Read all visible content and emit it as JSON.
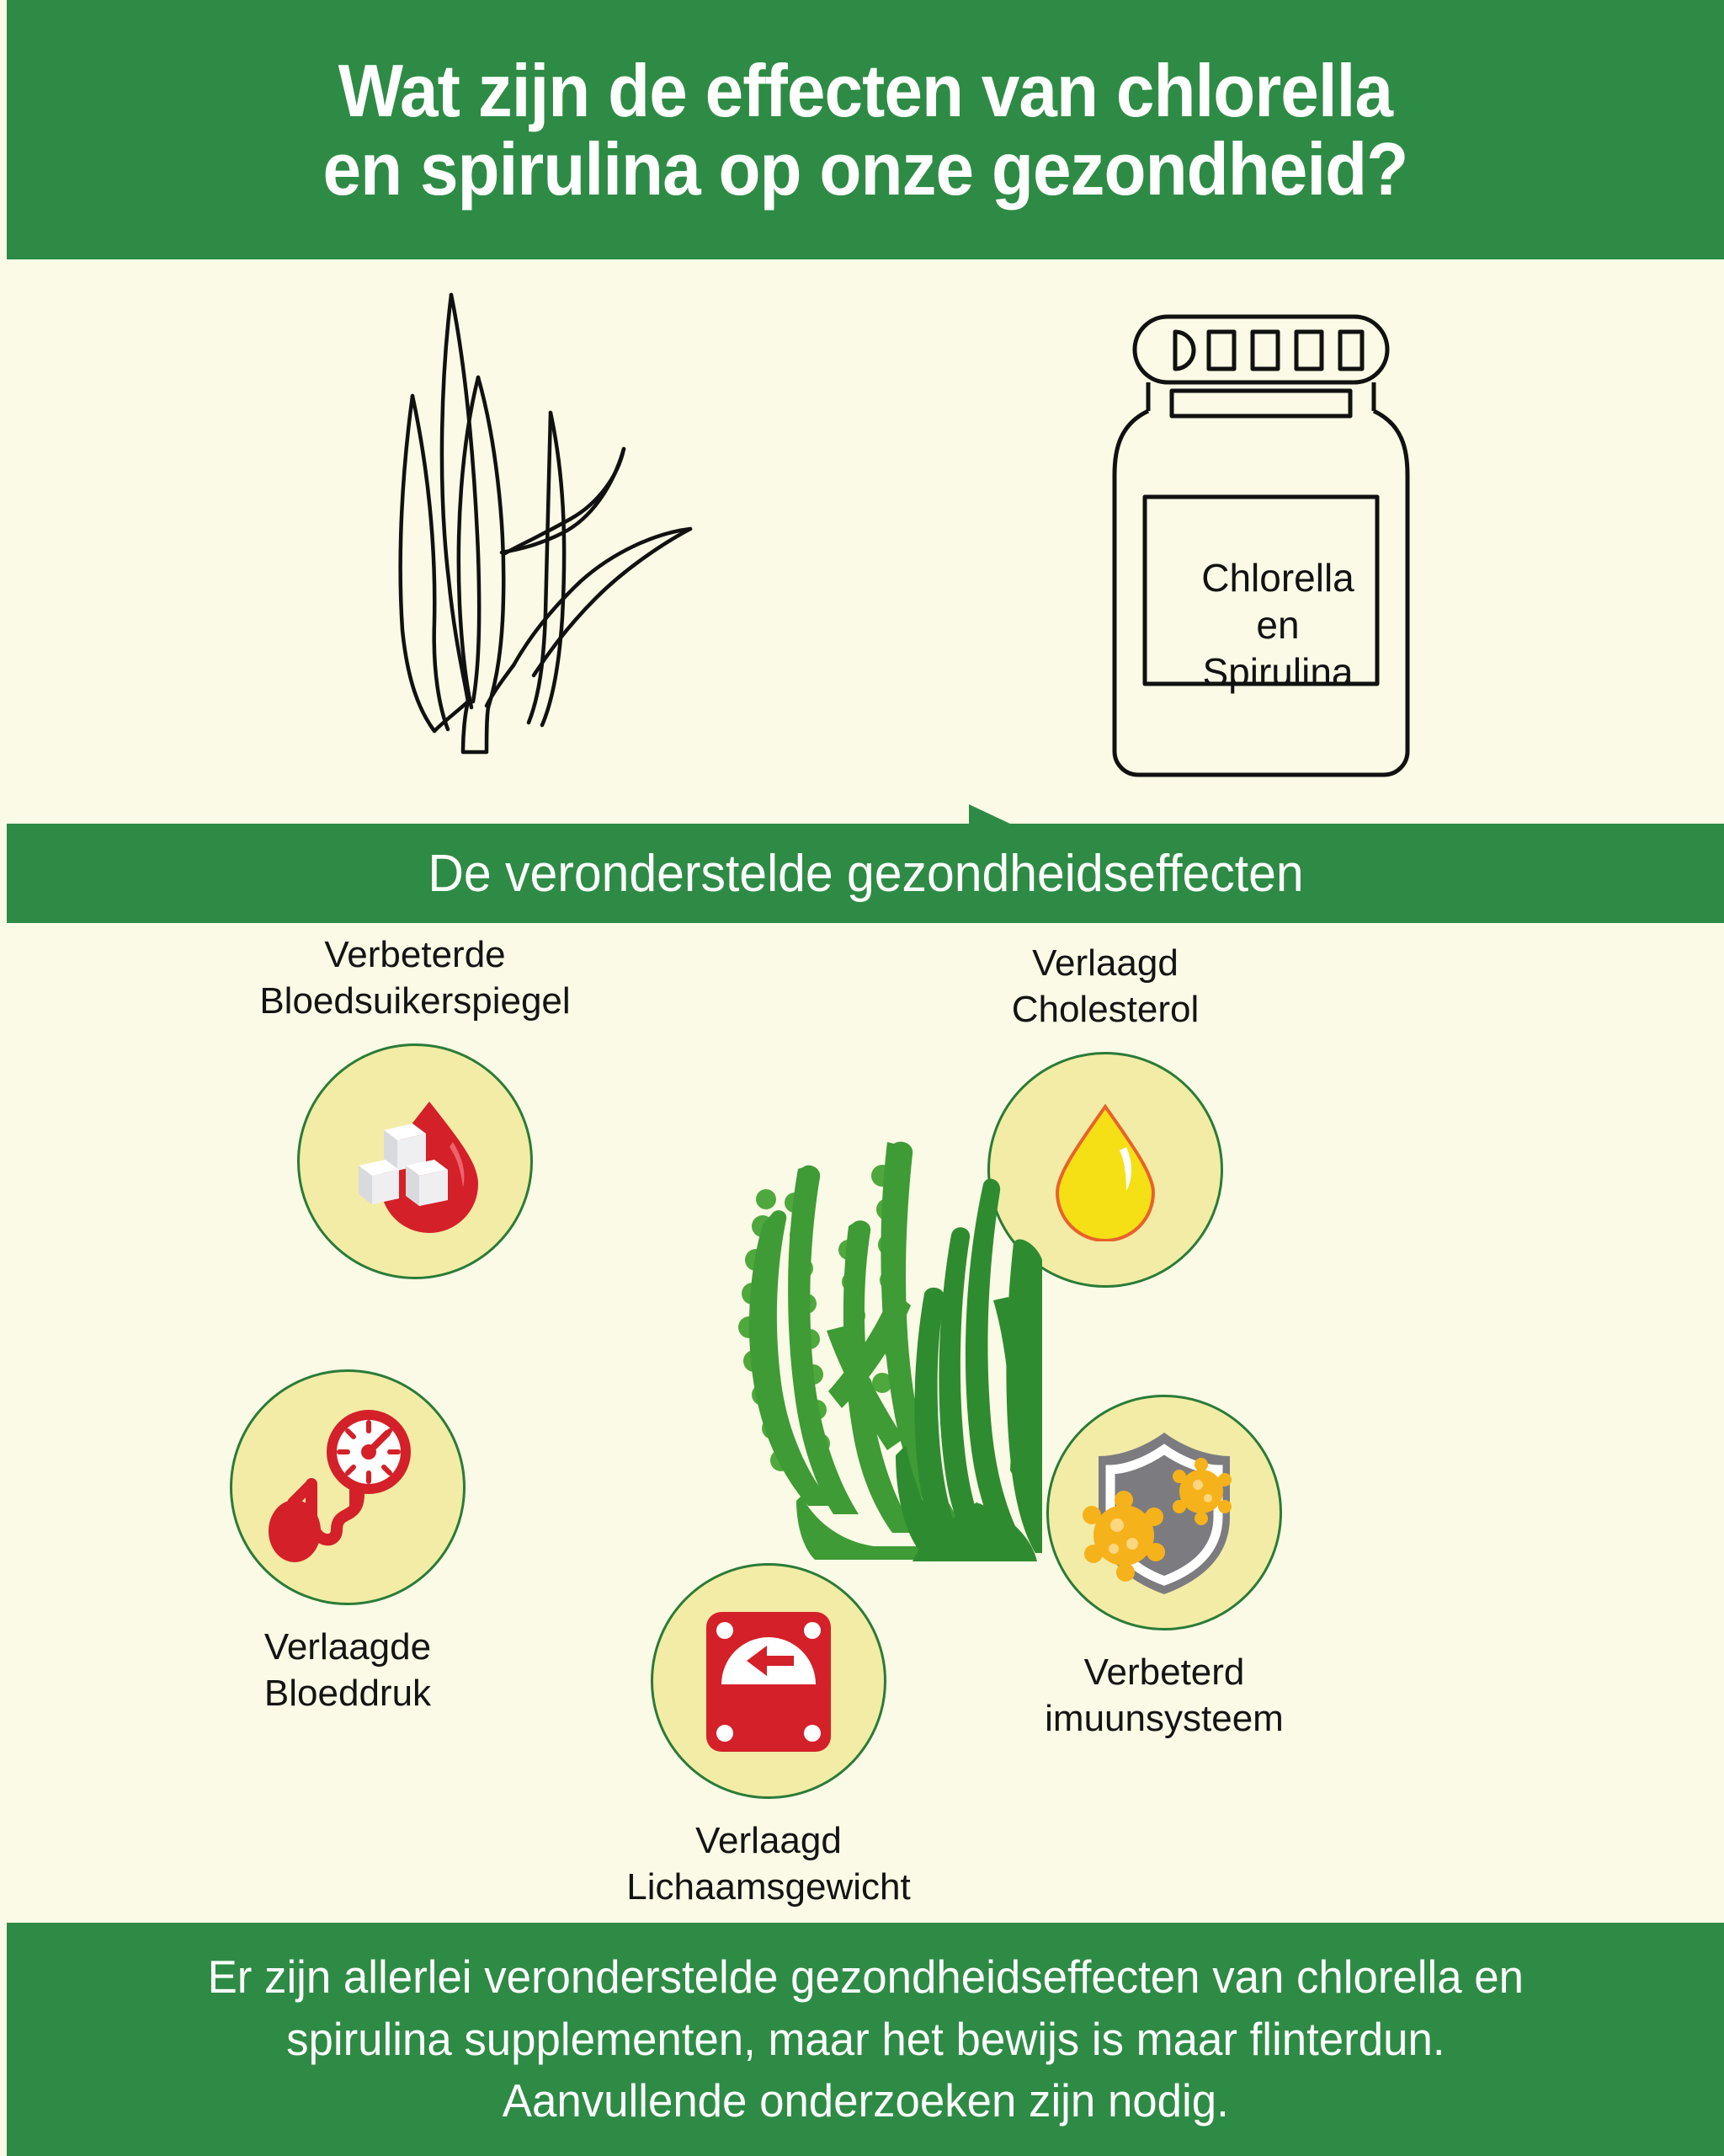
{
  "header": {
    "title": "Wat zijn de effecten van chlorella\nen spirulina op onze gezondheid?"
  },
  "illustration": {
    "seaweed_icon": "seaweed-line-drawing",
    "arrow_icon": "right-arrow",
    "jar_icon": "supplement-jar",
    "jar_label": "Chlorella\nen\nSpirulina"
  },
  "subtitle": {
    "text": "De veronderstelde gezondheidseffecten"
  },
  "effects": [
    {
      "label": "Verbeterde\nBloedsuikerspiegel",
      "icon": "blood-drop-sugar-cubes-icon",
      "position": "top-left"
    },
    {
      "label": "Verlaagd\nCholesterol",
      "icon": "oil-droplet-icon",
      "position": "top-right"
    },
    {
      "label": "Verlaagde\nBloeddruk",
      "icon": "blood-pressure-monitor-icon",
      "position": "mid-left"
    },
    {
      "label": "Verbeterd\nimuunsysteem",
      "icon": "shield-virus-icon",
      "position": "mid-right"
    },
    {
      "label": "Verlaagd\nLichaamsgewicht",
      "icon": "weight-scale-icon",
      "position": "bottom-center"
    }
  ],
  "center_graphic": {
    "icon": "green-seaweed-illustration"
  },
  "logo": {
    "icon": "rod-of-asclepius-i-logo"
  },
  "footer": {
    "text": "Er zijn allerlei veronderstelde gezondheidseffecten van chlorella en\nspirulina supplementen, maar het bewijs is maar flinterdun.\nAanvullende onderzoeken zijn nodig."
  },
  "colors": {
    "green_band": "#2E8B45",
    "background": "#FBFAE6",
    "circle_fill": "#F2ECA6",
    "circle_stroke": "#2A7B38",
    "red": "#D42029",
    "yellow": "#F5E016",
    "gray": "#7C7C80",
    "orange": "#F6B21B",
    "ink": "#141414"
  }
}
